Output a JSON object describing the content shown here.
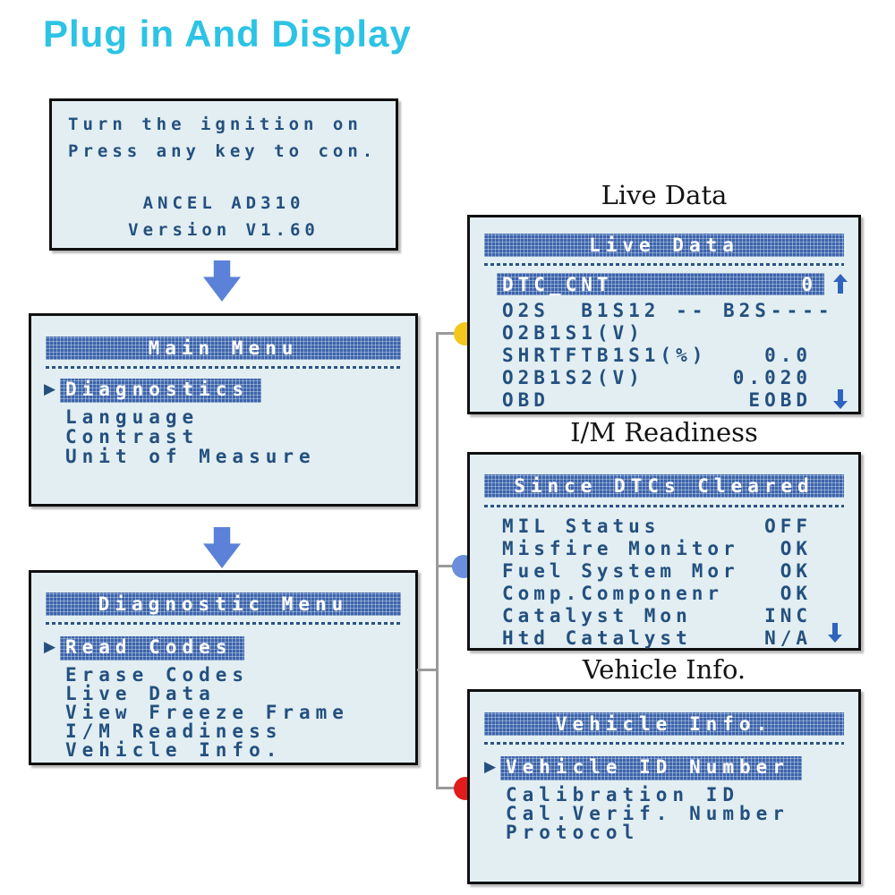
{
  "title": "Plug in And Display",
  "colors": {
    "accent_cyan": "#2cc3e5",
    "lcd_background": "#e2eef2",
    "lcd_text_navy": "#24507f",
    "bar_blue": "#3c63ab",
    "flow_arrow_blue": "#5b82d8",
    "connector_gray": "#9a9a9a",
    "dot_yellow": "#f3c71c",
    "dot_blue": "#6a8ddc",
    "dot_red": "#e21b1b"
  },
  "icons": {
    "cursor": "▶",
    "scroll_up": "pixel-block-arrow-up",
    "scroll_down": "pixel-block-arrow-down",
    "flow_arrow": "block-arrow-down"
  },
  "welcome_screen": {
    "line1": "Turn the ignition on",
    "line2": "Press any key to con.",
    "line3": "ANCEL AD310",
    "line4": "Version V1.60"
  },
  "main_menu": {
    "header": "Main Menu",
    "items": [
      {
        "label": "Diagnostics",
        "selected": true
      },
      {
        "label": "Language",
        "selected": false
      },
      {
        "label": "Contrast",
        "selected": false
      },
      {
        "label": "Unit of Measure",
        "selected": false
      }
    ]
  },
  "diagnostic_menu": {
    "header": "Diagnostic Menu",
    "items": [
      {
        "label": "Read Codes",
        "selected": true
      },
      {
        "label": "Erase Codes",
        "selected": false
      },
      {
        "label": "Live Data",
        "selected": false
      },
      {
        "label": "View Freeze Frame",
        "selected": false
      },
      {
        "label": "I/M Readiness",
        "selected": false
      },
      {
        "label": "Vehicle Info.",
        "selected": false
      }
    ]
  },
  "live_data": {
    "caption": "Live Data",
    "header": "Live Data",
    "selected_row": {
      "name": "DTC_CNT",
      "value": "0"
    },
    "rows": [
      {
        "name": "O2S  B1S12 -- B2S----",
        "value": ""
      },
      {
        "name": "O2B1S1(V)",
        "value": ""
      },
      {
        "name": "SHRTFTB1S1(%)",
        "value": "0.0"
      },
      {
        "name": "O2B1S2(V)",
        "value": "0.020"
      },
      {
        "name": "OBD",
        "value": "EOBD"
      }
    ],
    "scroll_up": true,
    "scroll_down": true
  },
  "im_readiness": {
    "caption": "I/M Readiness",
    "header": "Since DTCs Cleared",
    "rows": [
      {
        "name": "MIL Status",
        "value": "OFF"
      },
      {
        "name": "Misfire Monitor",
        "value": "OK"
      },
      {
        "name": "Fuel System Mor",
        "value": "OK"
      },
      {
        "name": "Comp.Componenr",
        "value": "OK"
      },
      {
        "name": "Catalyst Mon",
        "value": "INC"
      },
      {
        "name": "Htd Catalyst",
        "value": "N/A"
      }
    ],
    "scroll_down": true
  },
  "vehicle_info": {
    "caption": "Vehicle Info.",
    "header": "Vehicle Info.",
    "items": [
      {
        "label": "Vehicle ID Number",
        "selected": true
      },
      {
        "label": "Calibration ID",
        "selected": false
      },
      {
        "label": "Cal.Verif. Number",
        "selected": false
      },
      {
        "label": "Protocol",
        "selected": false
      }
    ]
  }
}
